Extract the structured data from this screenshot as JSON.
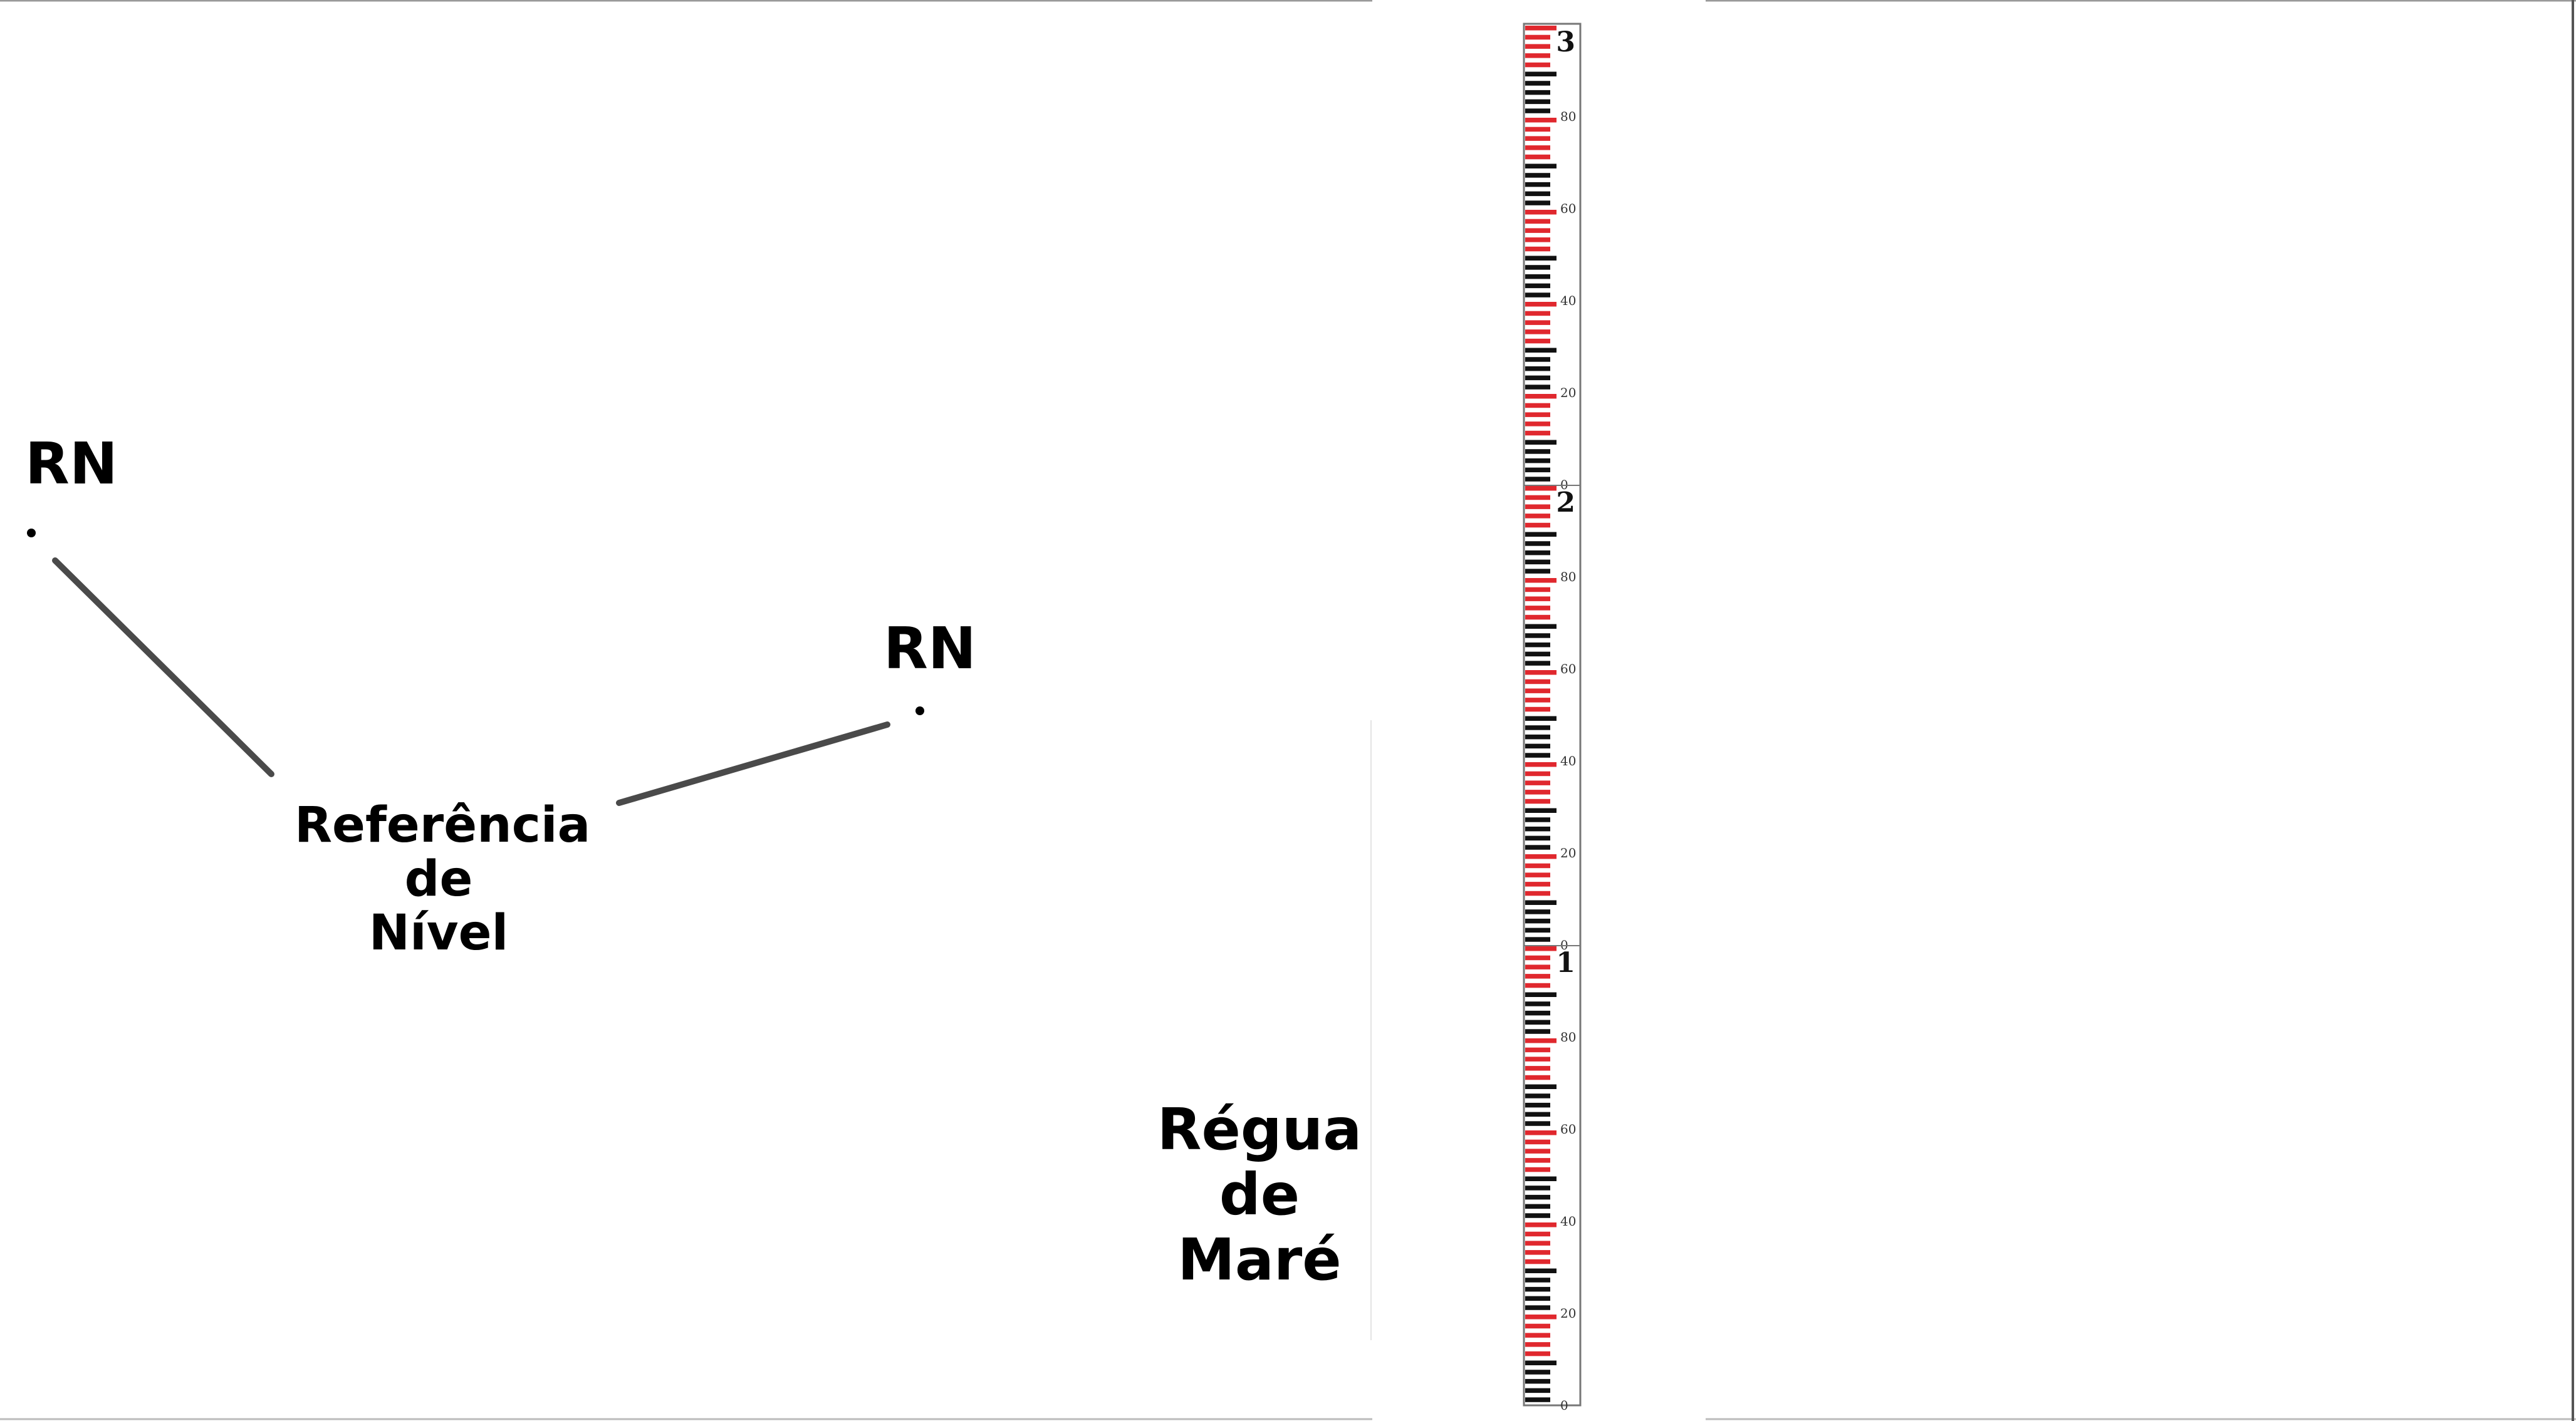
{
  "diagram": {
    "benchmark_label_left": "RN",
    "benchmark_label_right": "RN",
    "reference_label": [
      "Referência",
      "de",
      "Nível"
    ],
    "ruler_label": [
      "Régua",
      "de",
      "Maré"
    ]
  },
  "ruler": {
    "meter_labels": [
      "3",
      "2",
      "1"
    ],
    "cm_labels": [
      "80",
      "60",
      "40",
      "20",
      "0"
    ],
    "colors": {
      "red": "#e0282e",
      "black": "#111111",
      "frame": "#777777"
    }
  },
  "colors": {
    "leader_line": "#4a4a4a",
    "text": "#000000",
    "point": "#000000"
  }
}
